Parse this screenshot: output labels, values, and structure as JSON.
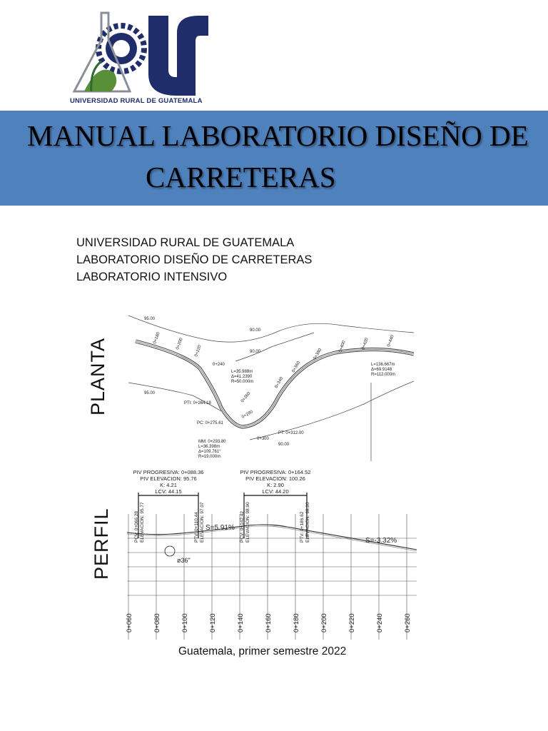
{
  "logo": {
    "institution": "UNIVERSIDAD RURAL DE GUATEMALA",
    "colors": {
      "navy": "#1f2d6b",
      "green": "#5a8f3a",
      "gray": "#8a8f98"
    }
  },
  "banner": {
    "color": "#4f81bd",
    "title_line1": "MANUAL LABORATORIO DISEÑO DE",
    "title_line2": "CARRETERAS"
  },
  "subtitle": {
    "line1": "UNIVERSIDAD RURAL DE GUATEMALA",
    "line2": "LABORATORIO DISEÑO DE CARRETERAS",
    "line3": "LABORATORIO INTENSIVO"
  },
  "planta": {
    "section_label": "PLANTA",
    "contours": [
      "95.00",
      "90.00",
      "90.00",
      "95.00",
      "90.00"
    ],
    "stations": [
      "0+180",
      "0+200",
      "0+220",
      "0+240",
      "0+260",
      "0+280",
      "0+300",
      "0+340",
      "0+360",
      "0+380",
      "0+400",
      "0+420",
      "0+440"
    ],
    "curve1": [
      "L=35.988m",
      "Δ=41.2390",
      "R=50.000m"
    ],
    "curve2": [
      "L=136.667m",
      "Δ=69.9148",
      "R=112.000m"
    ],
    "curve3": [
      "MM: 0+293.80",
      "L=36.398m",
      "Δ=109.761°",
      "R=19.000m"
    ],
    "points": [
      "PC: 0+275.61",
      "PT: 0+312.00",
      "PTI: 0+264.18"
    ]
  },
  "perfil": {
    "section_label": "PERFIL",
    "piv1": {
      "progresiva": "PIV PROGRESIVA: 0+088.36",
      "elevacion": "PIV ELEVACION: 95.76",
      "k": "K: 4.21",
      "lcv": "LCV: 44.15"
    },
    "piv2": {
      "progresiva": "PIV PROGRESIVA: 0+164.52",
      "elevacion": "PIV ELEVACION: 100.26",
      "k": "K: 2.90",
      "lcv": "LCV: 44.20"
    },
    "vlabels": [
      {
        "a": "PCV: 0+066.28",
        "b": "ELEVACION: 95.77"
      },
      {
        "a": "PTV: 0+110.44",
        "b": "ELEVACION: 97.07"
      },
      {
        "a": "PCV: 0+142.42",
        "b": "ELEVACION: 98.90"
      },
      {
        "a": "PTV: 0+186.62",
        "b": "ELEVACION: 98.20"
      }
    ],
    "slope_up": "S=5.91%",
    "slope_down": "S=-3.32%",
    "pipe": "ø36\"",
    "stations": [
      "0+060",
      "0+080",
      "0+100",
      "0+120",
      "0+140",
      "0+160",
      "0+180",
      "0+200",
      "0+220",
      "0+240",
      "0+260"
    ]
  },
  "footer": {
    "text": "Guatemala, primer semestre 2022"
  }
}
